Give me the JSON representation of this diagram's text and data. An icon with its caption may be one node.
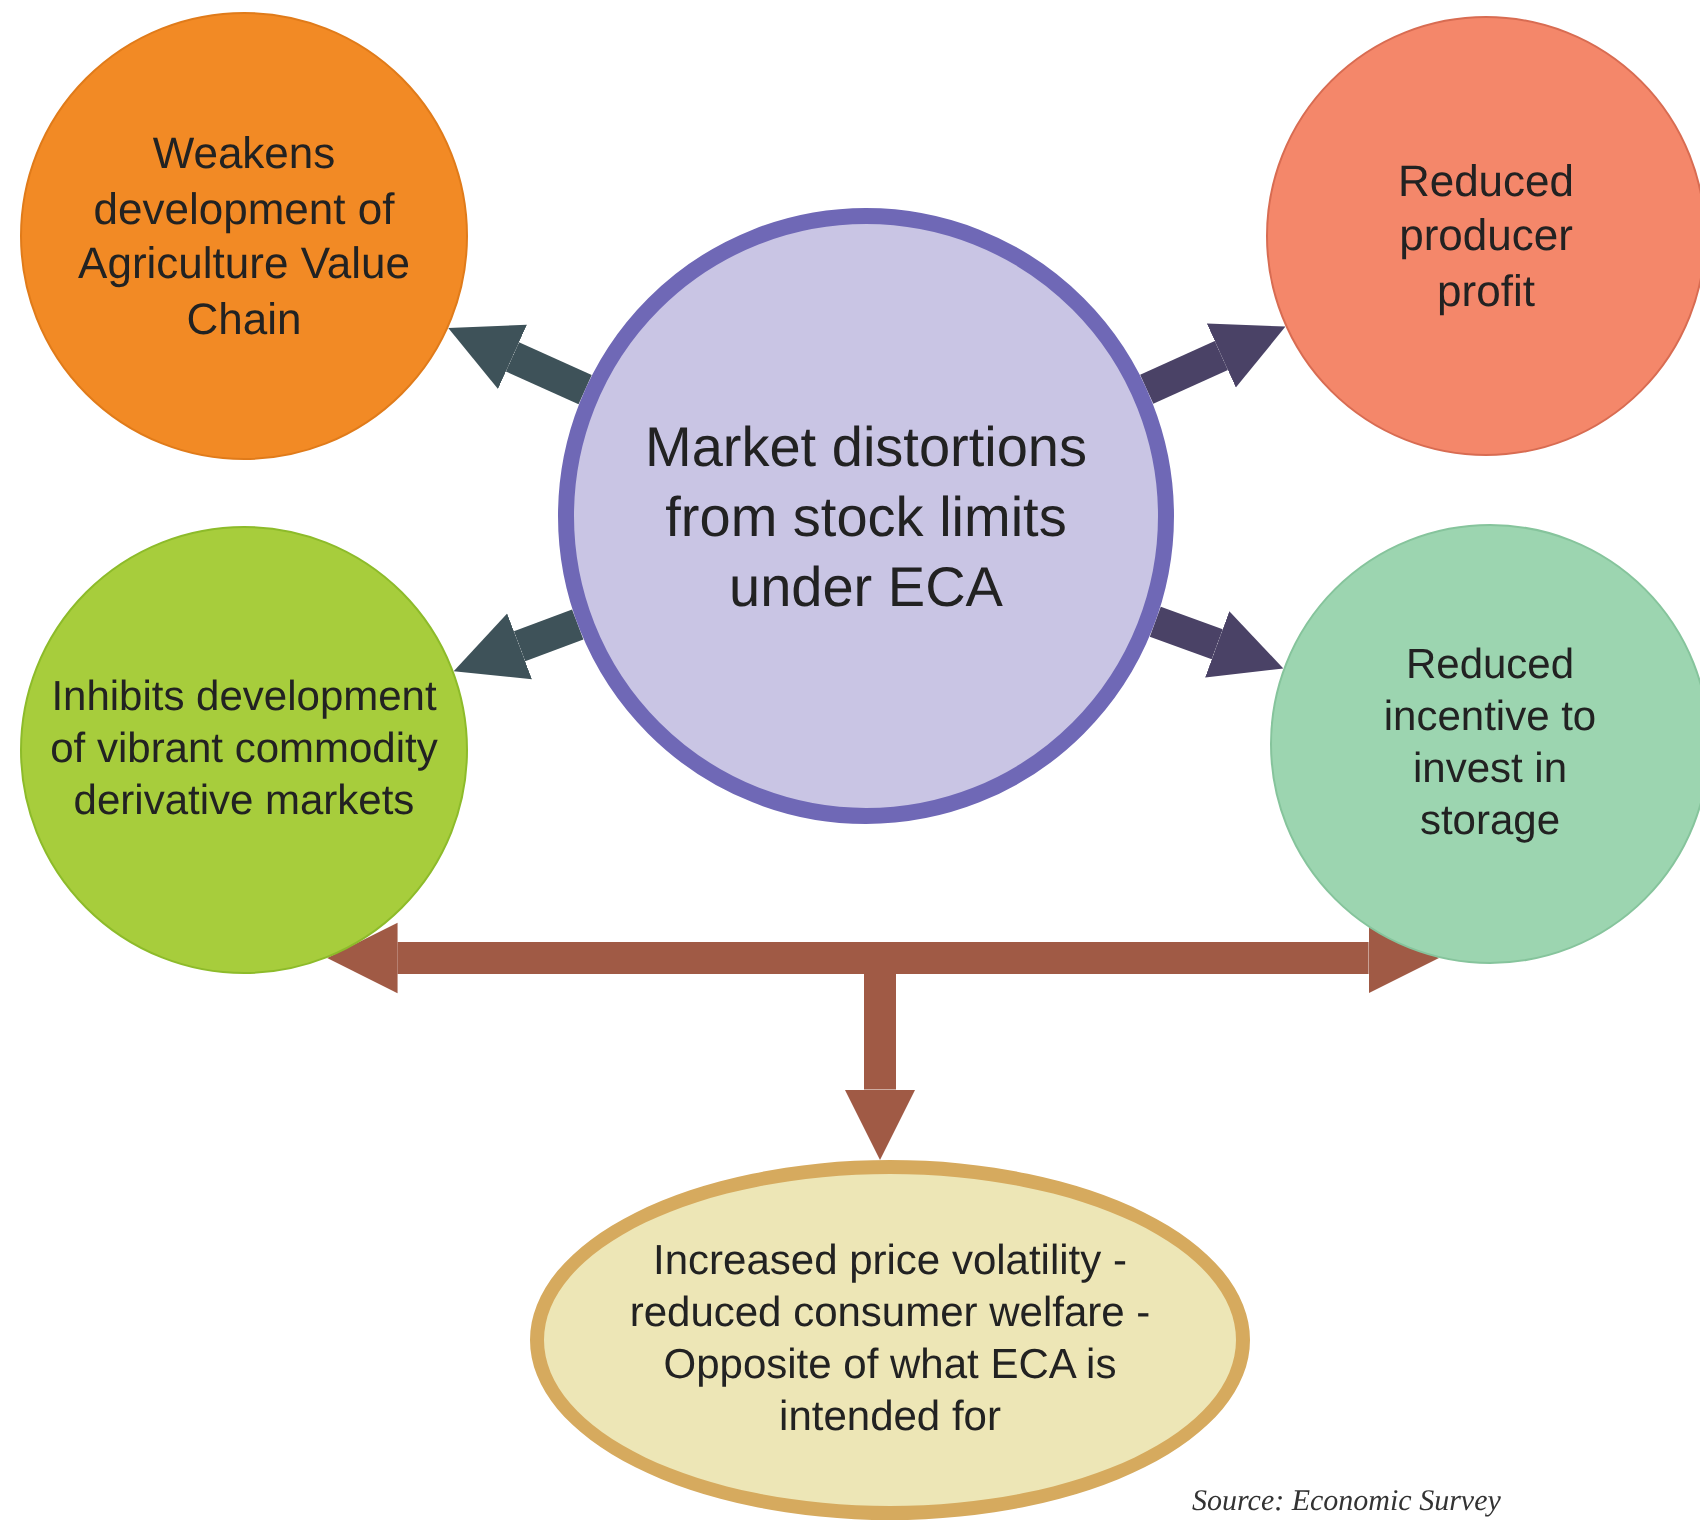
{
  "diagram": {
    "nodes": [
      {
        "text": [
          "Market distortions from stock limits under ECA"
        ]
      },
      {
        "text": [
          "Weakens development of Agriculture Value Chain"
        ]
      },
      {
        "text": [
          "Reduced producer profit"
        ]
      },
      {
        "text": [
          "Inhibits development of vibrant commodity derivative markets"
        ]
      },
      {
        "text": [
          "Reduced incentive to invest in storage"
        ]
      },
      {
        "text": [
          "Increased price volatility - reduced consumer welfare - Opposite of what ECA is intended for"
        ]
      }
    ],
    "edges": [
      {
        "from": 0,
        "to": 1,
        "arrow": "to",
        "color": "#3e5259"
      },
      {
        "from": 0,
        "to": 2,
        "arrow": "to",
        "color": "#4a4266"
      },
      {
        "from": 0,
        "to": 3,
        "arrow": "to",
        "color": "#3e5259"
      },
      {
        "from": 0,
        "to": 4,
        "arrow": "to",
        "color": "#4a4266"
      },
      {
        "from": 3,
        "to": 4,
        "arrow": "both",
        "color": "#a05a45"
      },
      {
        "from": null,
        "to": 5,
        "arrow": "to",
        "color": "#a05a45"
      }
    ],
    "labels": [
      "Source: Economic Survey"
    ]
  }
}
